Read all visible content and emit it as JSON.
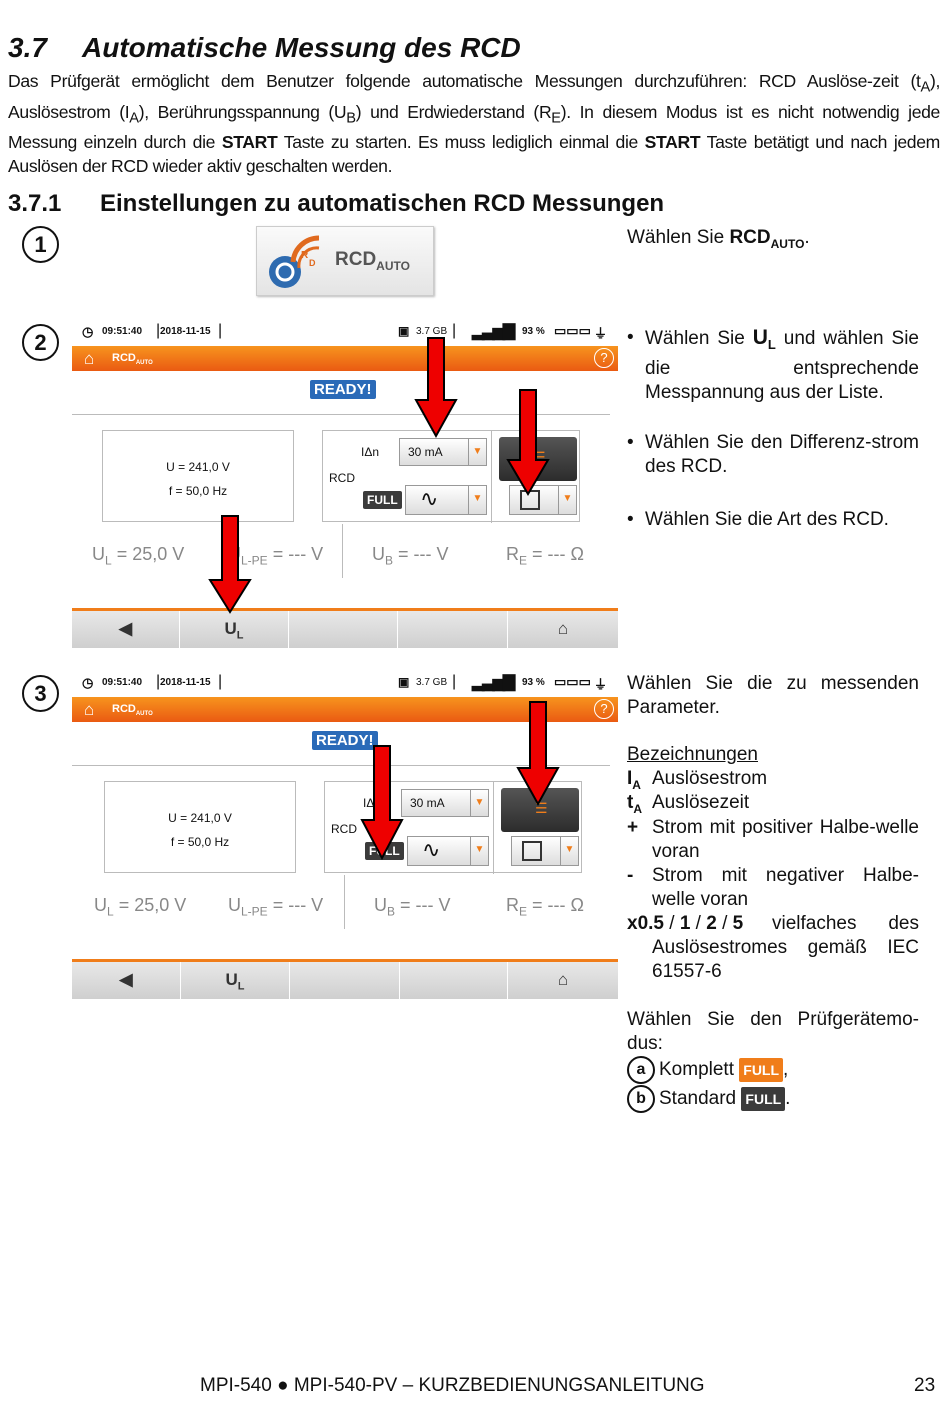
{
  "section": {
    "num": "3.7",
    "title": "Automatische Messung des RCD"
  },
  "intro": {
    "p1": "Das Prüfgerät ermöglicht dem Benutzer folgende automatische Messungen durchzuführen:  RCD Auslöse-zeit (t",
    "sA1": "A",
    "p2": "), Auslösestrom (I",
    "sA2": "A",
    "p3": "), Berührungsspannung (U",
    "sB": "B",
    "p4": ") und Erdwiederstand (R",
    "sE": "E",
    "p5": "). In diesem Modus ist es nicht notwendig jede Messung einzeln durch die ",
    "start1": "START",
    "p6": " Taste zu starten. Es muss lediglich einmal die ",
    "start2": "START",
    "p7": " Taste betätigt und nach jedem Auslösen der RCD wieder aktiv geschalten werden."
  },
  "subsection": {
    "num": "3.7.1",
    "title": "Einstellungen zu automatischen RCD Messungen"
  },
  "steps": [
    "1",
    "2",
    "3"
  ],
  "icon": {
    "label": "RCD",
    "sub": "AUTO",
    "name": "rcd-auto-icon"
  },
  "step1_text": {
    "pre": "Wählen Sie ",
    "bold": "RCD",
    "sub": "AUTO",
    "post": "."
  },
  "device": {
    "time": "09:51:40",
    "date": "2018-11-15",
    "storage": "3.7 GB",
    "battery": "93 %",
    "title": "RCD",
    "title_sub": "AUTO",
    "ready": "READY!",
    "u": "U = 241,0 V",
    "f": "f = 50,0 Hz",
    "idn": "IΔn",
    "idn_value": "30 mA",
    "rcd": "RCD",
    "full": "FULL",
    "ul_meas": "U",
    "ul_sub": "L",
    "ul_value": " = 25,0 V",
    "ulpe_meas": "U",
    "ulpe_sub": "L-PE",
    "ulpe_value": " = --- V",
    "ub_meas": "U",
    "ub_sub": "B",
    "ub_value": " = --- V",
    "re_meas": "R",
    "re_sub": "E",
    "re_value": " = --- Ω",
    "btn_ul": "U",
    "btn_ul_sub": "L"
  },
  "step2_bullets": [
    {
      "pre": "Wählen  Sie ",
      "sym": "U",
      "sub": "L",
      "post": "  und  wählen Sie  die  entsprechende Messpannung aus der Liste."
    },
    {
      "text": "Wählen  Sie  den  Differenz-strom des RCD."
    },
    {
      "text": "Wählen Sie die Art des RCD."
    }
  ],
  "step3": {
    "intro": "Wählen Sie die zu messenden Parameter.",
    "legend_title": "Bezeichnungen",
    "legend": [
      {
        "sym": "I",
        "sub": "A",
        "text": "Auslösestrom"
      },
      {
        "sym": "t",
        "sub": "A",
        "text": "Auslösezeit"
      },
      {
        "sym": "+",
        "text": "Strom  mit  positiver  Halbe-welle voran"
      },
      {
        "sym": "-",
        "text": "Strom  mit  negativer  Halbe-welle voran"
      }
    ],
    "mult": {
      "a": "x0.5",
      "s1": " / ",
      "b": "1",
      "s2": " / ",
      "c": "2",
      "s3": " / ",
      "d": "5",
      "text": "vielfaches des Auslösestromes gemäß IEC 61557-6"
    },
    "mode_intro": "Wählen Sie den Prüfgerätemo-dus:",
    "mode_a": {
      "letter": "a",
      "text": "Komplett",
      "badge": "FULL",
      "post": ",",
      "color": "#f07d1a"
    },
    "mode_b": {
      "letter": "b",
      "text": "Standard",
      "badge": "FULL",
      "post": ".",
      "color": "#3b3b3b"
    }
  },
  "footer": {
    "text": "MPI-540 ● MPI-540-PV – KURZBEDIENUNGSANLEITUNG",
    "page": "23"
  }
}
